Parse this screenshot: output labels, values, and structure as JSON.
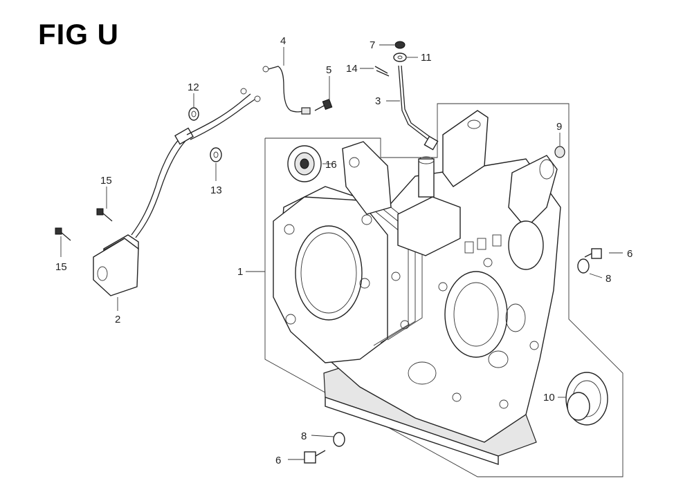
{
  "figure": {
    "title": "FIG U"
  },
  "callouts": [
    {
      "id": "c1",
      "label": "1"
    },
    {
      "id": "c2",
      "label": "2"
    },
    {
      "id": "c3",
      "label": "3"
    },
    {
      "id": "c4",
      "label": "4"
    },
    {
      "id": "c5",
      "label": "5"
    },
    {
      "id": "c6a",
      "label": "6"
    },
    {
      "id": "c6b",
      "label": "6"
    },
    {
      "id": "c7",
      "label": "7"
    },
    {
      "id": "c8a",
      "label": "8"
    },
    {
      "id": "c8b",
      "label": "8"
    },
    {
      "id": "c9",
      "label": "9"
    },
    {
      "id": "c10",
      "label": "10"
    },
    {
      "id": "c11",
      "label": "11"
    },
    {
      "id": "c12",
      "label": "12"
    },
    {
      "id": "c13",
      "label": "13"
    },
    {
      "id": "c14",
      "label": "14"
    },
    {
      "id": "c15a",
      "label": "15"
    },
    {
      "id": "c15b",
      "label": "15"
    },
    {
      "id": "c16",
      "label": "16"
    }
  ]
}
